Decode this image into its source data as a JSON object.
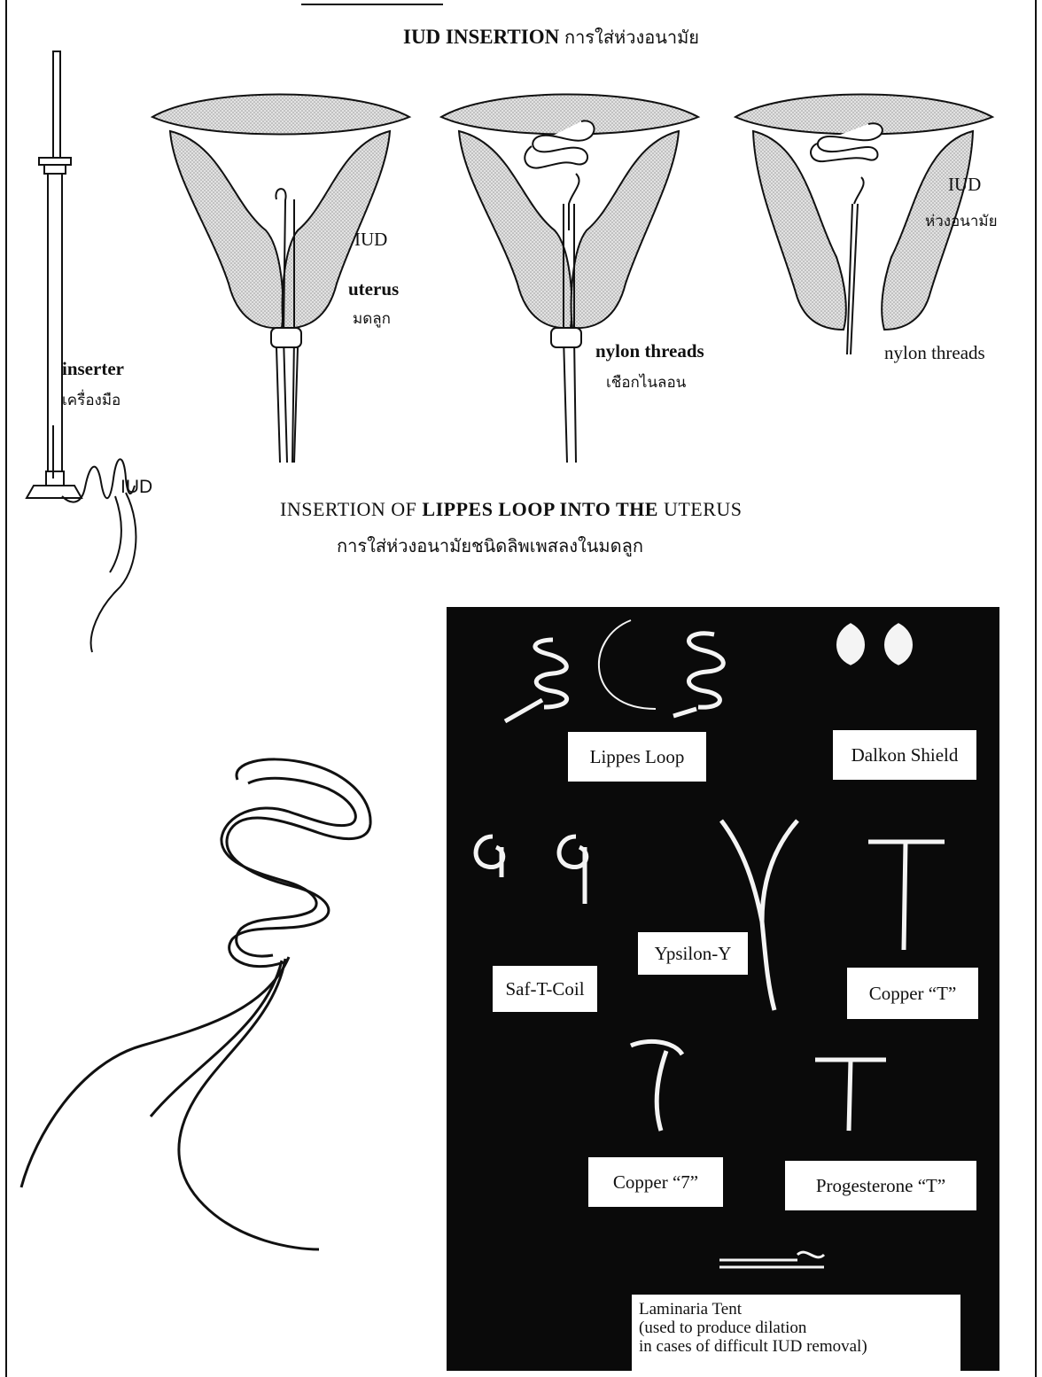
{
  "title": {
    "bold": "IUD INSERTION",
    "thai": "การใส่ห่วงอนามัย"
  },
  "inserter": {
    "label": "inserter",
    "thai": "เครื่องมือ",
    "iud": "IUD"
  },
  "diagram1": {
    "iud": "IUD",
    "uterus": "uterus",
    "uterus_thai": "มดลูก"
  },
  "diagram2": {
    "threads": "nylon threads",
    "threads_thai": "เชือกไนลอน"
  },
  "diagram3": {
    "iud": "IUD",
    "iud_thai": "ห่วงอนามัย",
    "threads": "nylon threads"
  },
  "section": {
    "heading_part1": "INSERTION OF ",
    "heading_bold": "LIPPES LOOP INTO THE",
    "heading_part2": " UTERUS",
    "heading_thai": "การใส่ห่วงอนามัยชนิดลิพเพสลงในมดลูก"
  },
  "photo_labels": {
    "lippes_loop": "Lippes Loop",
    "dalkon_shield": "Dalkon Shield",
    "ypsilon": "Ypsilon-Y",
    "saf_t_coil": "Saf-T-Coil",
    "copper_t": "Copper “T”",
    "copper_7": "Copper “7”",
    "progesterone_t": "Progesterone “T”",
    "laminaria_line1": "Laminaria Tent",
    "laminaria_line2": "(used to produce dilation",
    "laminaria_line3": "in cases of difficult IUD removal)"
  },
  "colors": {
    "ink": "#111111",
    "photo_bg": "#0a0a0a",
    "stipple": "#c8c8c8"
  }
}
